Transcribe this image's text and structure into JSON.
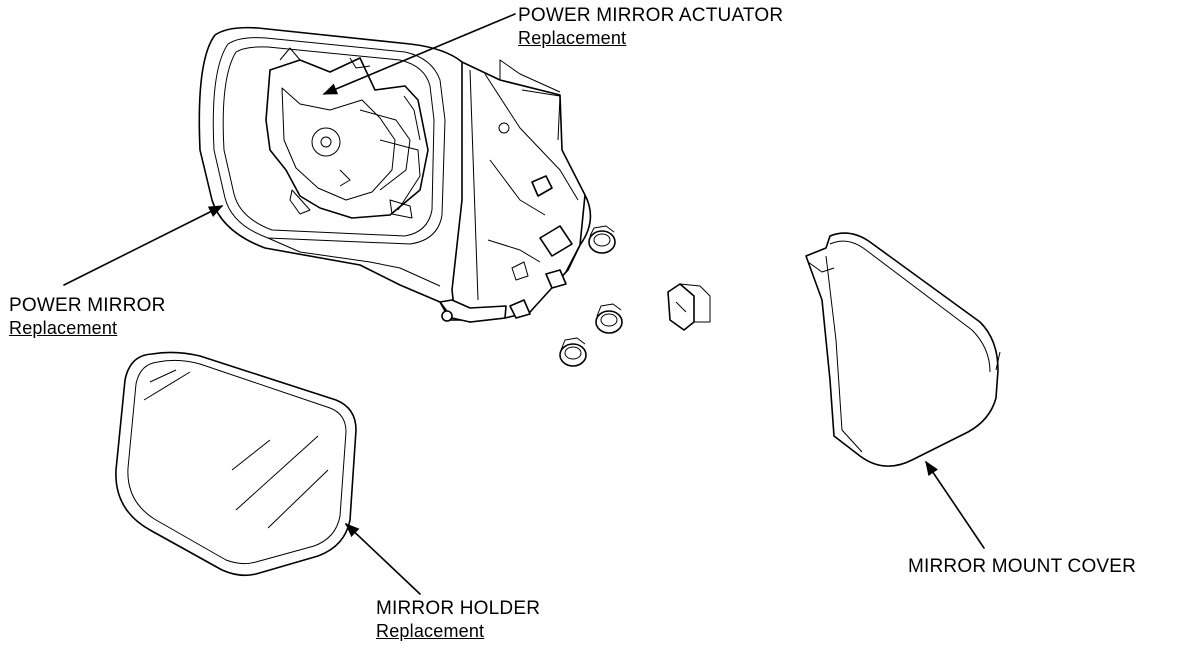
{
  "callouts": {
    "actuator": {
      "title": "POWER MIRROR ACTUATOR",
      "link": "Replacement"
    },
    "power_mirror": {
      "title": "POWER MIRROR",
      "link": "Replacement"
    },
    "mirror_holder": {
      "title": "MIRROR HOLDER",
      "link": "Replacement"
    },
    "mount_cover": {
      "title": "MIRROR MOUNT COVER"
    }
  },
  "colors": {
    "line": "#000000",
    "background": "#ffffff"
  }
}
